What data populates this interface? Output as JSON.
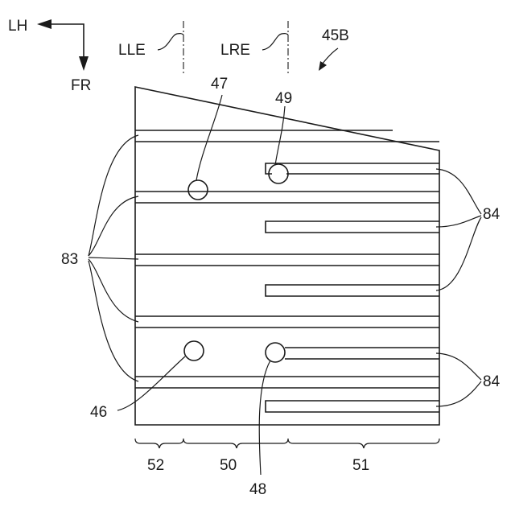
{
  "labels": {
    "lh": "LH",
    "fr": "FR",
    "lle": "LLE",
    "lre": "LRE",
    "assembly": "45B",
    "hole_47": "47",
    "hole_49": "49",
    "hole_46": "46",
    "hole_48": "48",
    "slots_83": "83",
    "slots_84_upper": "84",
    "slots_84_lower": "84",
    "zone_52": "52",
    "zone_50": "50",
    "zone_51": "51"
  }
}
